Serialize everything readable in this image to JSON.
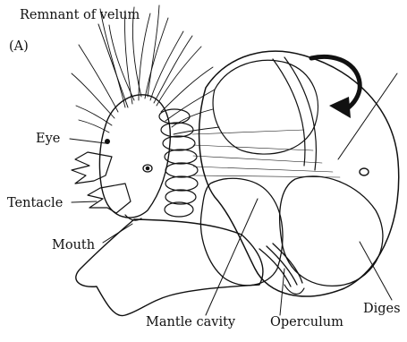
{
  "figure": {
    "panel_label": "(A)",
    "labels": {
      "remnant_of_velum": "Remnant of velum",
      "eye": "Eye",
      "tentacle": "Tentacle",
      "mouth": "Mouth",
      "mantle_cavity": "Mantle cavity",
      "operculum": "Operculum",
      "digestive": "Diges"
    }
  }
}
